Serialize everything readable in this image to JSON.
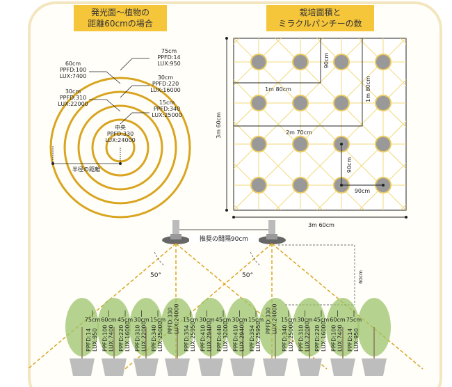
{
  "left_panel": {
    "title_line1": "発光面〜植物の",
    "title_line2": "距離60cmの場合",
    "labels": [
      {
        "dist": "75cm",
        "ppfd": "PPFD:14",
        "lux": "LUX:950"
      },
      {
        "dist": "60cm",
        "ppfd": "PPFD:100",
        "lux": "LUX:7400"
      },
      {
        "dist": "30cm",
        "ppfd": "PPFD:220",
        "lux": "LUX:16000"
      },
      {
        "dist": "30cm",
        "ppfd": "PPFD:310",
        "lux": "LUX:22000"
      },
      {
        "dist": "15cm",
        "ppfd": "PPFD:340",
        "lux": "LUX:25000"
      },
      {
        "dist": "中央",
        "ppfd": "PPFD:330",
        "lux": "LUX:24000"
      }
    ],
    "radius_label": "半径の距離"
  },
  "right_panel": {
    "title_line1": "栽培面積と",
    "title_line2": "ミラクルパンチーの数",
    "dim_90_top": "90cm",
    "dim_1m80_h": "1m 80cm",
    "dim_1m80_v": "1m 80cm",
    "dim_2m70": "2m 70cm",
    "dim_90_v": "90cm",
    "dim_90_h": "90cm",
    "dim_3m60_v": "3m 60cm",
    "dim_3m60_h": "3m 60cm",
    "grid": {
      "rows": 4,
      "cols": 4
    }
  },
  "bottom": {
    "spacing_label": "推奨の間隔90cm",
    "angle_left": "50°",
    "angle_right": "50°",
    "height_label": "60cm",
    "readings": [
      {
        "dist": "75cm",
        "ppfd": "PPFD:14",
        "lux": "LUX:950"
      },
      {
        "dist": "60cm",
        "ppfd": "PPFD:100",
        "lux": "LUX:7400"
      },
      {
        "dist": "45cm",
        "ppfd": "PPFD:220",
        "lux": "LUX:16000"
      },
      {
        "dist": "30cm",
        "ppfd": "PPFD:310",
        "lux": "LUX:22000"
      },
      {
        "dist": "15cm",
        "ppfd": "PPFD:340",
        "lux": "LUX:25000"
      },
      {
        "dist": "",
        "ppfd": "PPFD:330",
        "lux": "LUX:24000"
      },
      {
        "dist": "15cm",
        "ppfd": "PPFD:354",
        "lux": "LUX:25950"
      },
      {
        "dist": "30cm",
        "ppfd": "PPFD:410",
        "lux": "LUX:29400"
      },
      {
        "dist": "45cm",
        "ppfd": "PPFD:440",
        "lux": "LUX:32000"
      },
      {
        "dist": "30cm",
        "ppfd": "PPFD:410",
        "lux": "LUX:29400"
      },
      {
        "dist": "15cm",
        "ppfd": "PPFD:354",
        "lux": "LUX:25950"
      },
      {
        "dist": "",
        "ppfd": "PPFD:330",
        "lux": "LUX:24000"
      },
      {
        "dist": "15cm",
        "ppfd": "PPFD:340",
        "lux": "LUX:25000"
      },
      {
        "dist": "30cm",
        "ppfd": "PPFD:310",
        "lux": "LUX:22000"
      },
      {
        "dist": "45cm",
        "ppfd": "PPFD:220",
        "lux": "LUX:16000"
      },
      {
        "dist": "60cm",
        "ppfd": "PPFD:100",
        "lux": "LUX:7400"
      },
      {
        "dist": "75cm",
        "ppfd": "PPFD:14",
        "lux": "LUX:950"
      }
    ]
  },
  "colors": {
    "gold": "#d9a520",
    "title_bg": "#f5c53a",
    "lamp_spot": "#999999",
    "plant": "#9cc46a"
  }
}
